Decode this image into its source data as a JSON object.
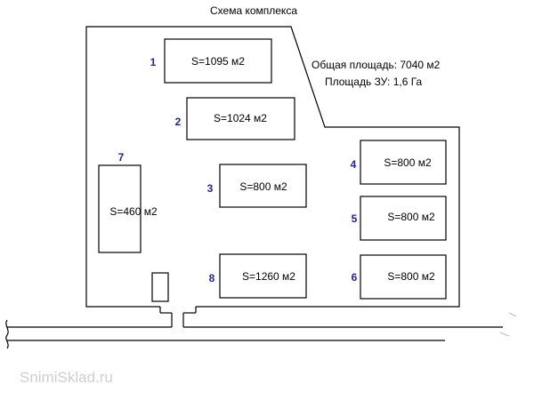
{
  "title": "Схема комплекса",
  "info": {
    "total_area": "Общая площадь: 7040 м2",
    "land_area": "Площадь ЗУ: 1,6 Га"
  },
  "buildings": [
    {
      "num": "1",
      "label": "S=1095 м2"
    },
    {
      "num": "2",
      "label": "S=1024 м2"
    },
    {
      "num": "3",
      "label": "S=800 м2"
    },
    {
      "num": "4",
      "label": "S=800 м2"
    },
    {
      "num": "5",
      "label": "S=800 м2"
    },
    {
      "num": "6",
      "label": "S=800 м2"
    },
    {
      "num": "7",
      "label": "S=460 м2"
    },
    {
      "num": "8",
      "label": "S=1260 м2"
    }
  ],
  "watermark": "SnimiSklad.ru",
  "colors": {
    "line": "#000000",
    "number": "#1f23a8",
    "watermark": "#cfcfcf"
  }
}
